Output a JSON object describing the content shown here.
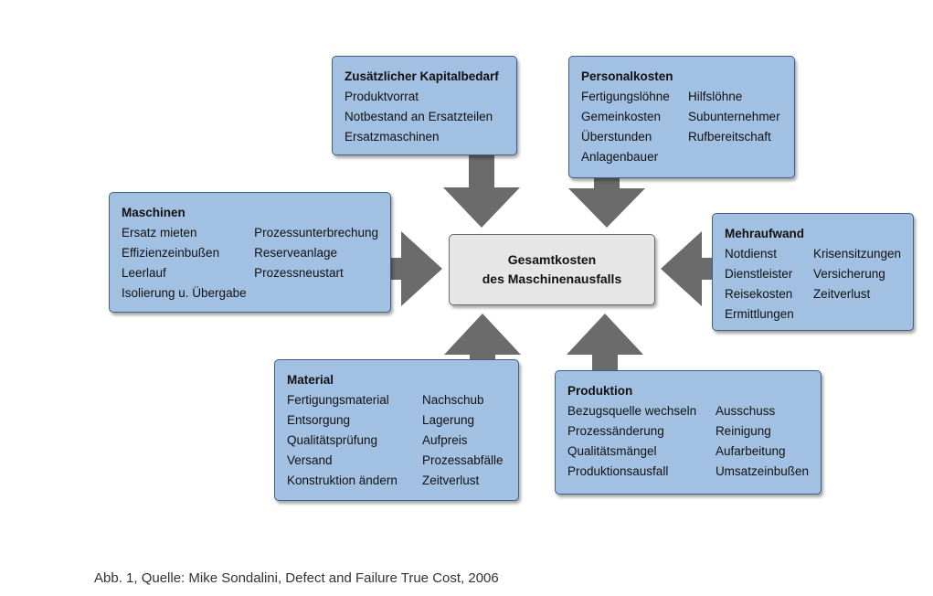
{
  "center": {
    "line1": "Gesamtkosten",
    "line2": "des Maschinenausfalls"
  },
  "boxes": {
    "kapital": {
      "title": "Zusätzlicher Kapitalbedarf",
      "col1": [
        "Produktvorrat",
        "Notbestand an Ersatzteilen",
        "Ersatzmaschinen"
      ]
    },
    "personal": {
      "title": "Personalkosten",
      "col1": [
        "Fertigungslöhne",
        "Gemeinkosten",
        "Überstunden",
        "Anlagenbauer"
      ],
      "col2": [
        "Hilfslöhne",
        "Subunternehmer",
        "Rufbereitschaft"
      ]
    },
    "maschinen": {
      "title": "Maschinen",
      "col1": [
        "Ersatz mieten",
        "Effizienzeinbußen",
        "Leerlauf",
        "Isolierung u. Übergabe"
      ],
      "col2": [
        "Prozessunterbrechung",
        "Reserveanlage",
        "Prozessneustart"
      ]
    },
    "mehraufwand": {
      "title": "Mehraufwand",
      "col1": [
        "Notdienst",
        "Dienstleister",
        "Reisekosten",
        "Ermittlungen"
      ],
      "col2": [
        "Krisensitzungen",
        "Versicherung",
        "Zeitverlust"
      ]
    },
    "material": {
      "title": "Material",
      "col1": [
        "Fertigungsmaterial",
        "Entsorgung",
        "Qualitätsprüfung",
        "Versand",
        "Konstruktion ändern"
      ],
      "col2": [
        "Nachschub",
        "Lagerung",
        "Aufpreis",
        "Prozessabfälle",
        "Zeitverlust"
      ]
    },
    "produktion": {
      "title": "Produktion",
      "col1": [
        "Bezugsquelle wechseln",
        "Prozessänderung",
        "Qualitätsmängel",
        "Produktionsausfall"
      ],
      "col2": [
        "Ausschuss",
        "Reinigung",
        "Aufarbeitung",
        "Umsatzeinbußen"
      ]
    }
  },
  "caption": "Abb. 1, Quelle: Mike Sondalini, Defect and Failure True Cost, 2006",
  "colors": {
    "box_fill": "#a2c0e2",
    "box_border": "#3e5f86",
    "center_fill": "#e6e6e6",
    "arrow": "#6b6b6b"
  }
}
